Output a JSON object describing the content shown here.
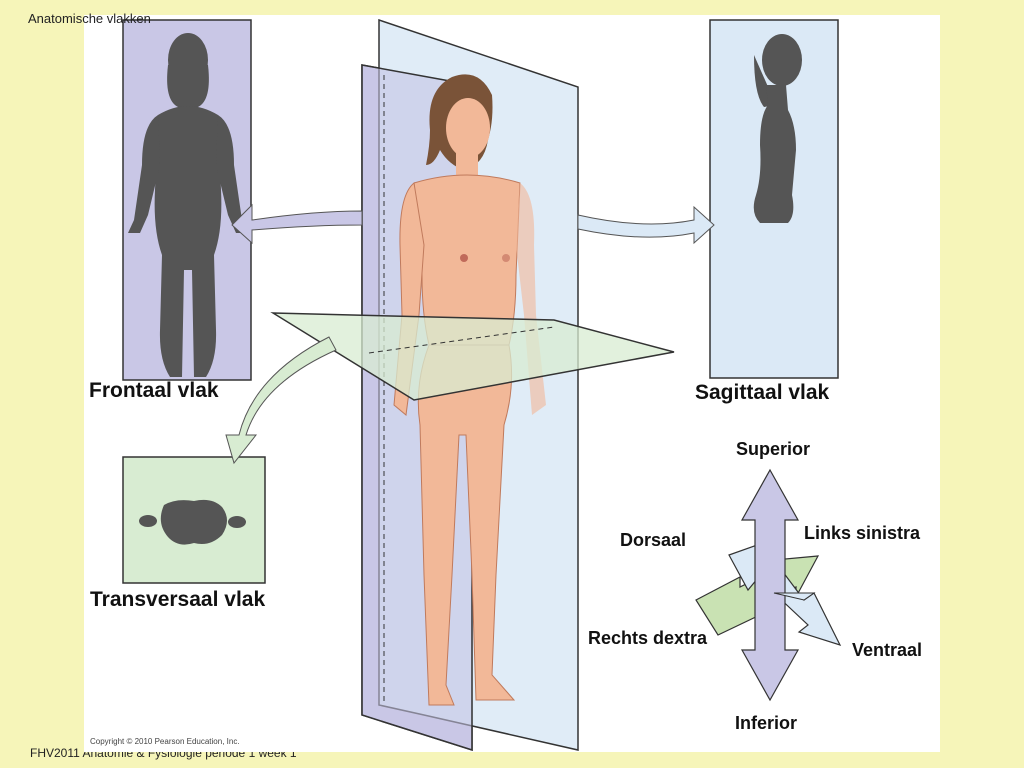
{
  "slide": {
    "title": "Anatomische vlakken",
    "footer": "FHV2011 Anatomie & Fysiologie periode 1 week 1"
  },
  "figure": {
    "copyright": "Copyright © 2010 Pearson Education, Inc.",
    "planes": {
      "frontal": "Frontaal vlak",
      "sagittal": "Sagittaal vlak",
      "transverse": "Transversaal vlak"
    },
    "directions": {
      "superior": "Superior",
      "inferior": "Inferior",
      "dorsal": "Dorsaal",
      "ventral": "Ventraal",
      "left": "Links sinistra",
      "right": "Rechts dextra"
    },
    "colors": {
      "frontal_plane": "#c9c7e6",
      "sagittal_plane": "#dbe9f6",
      "transverse_plane": "#d8ecd2",
      "silhouette": "#555555",
      "skin": "#f2b898"
    }
  }
}
